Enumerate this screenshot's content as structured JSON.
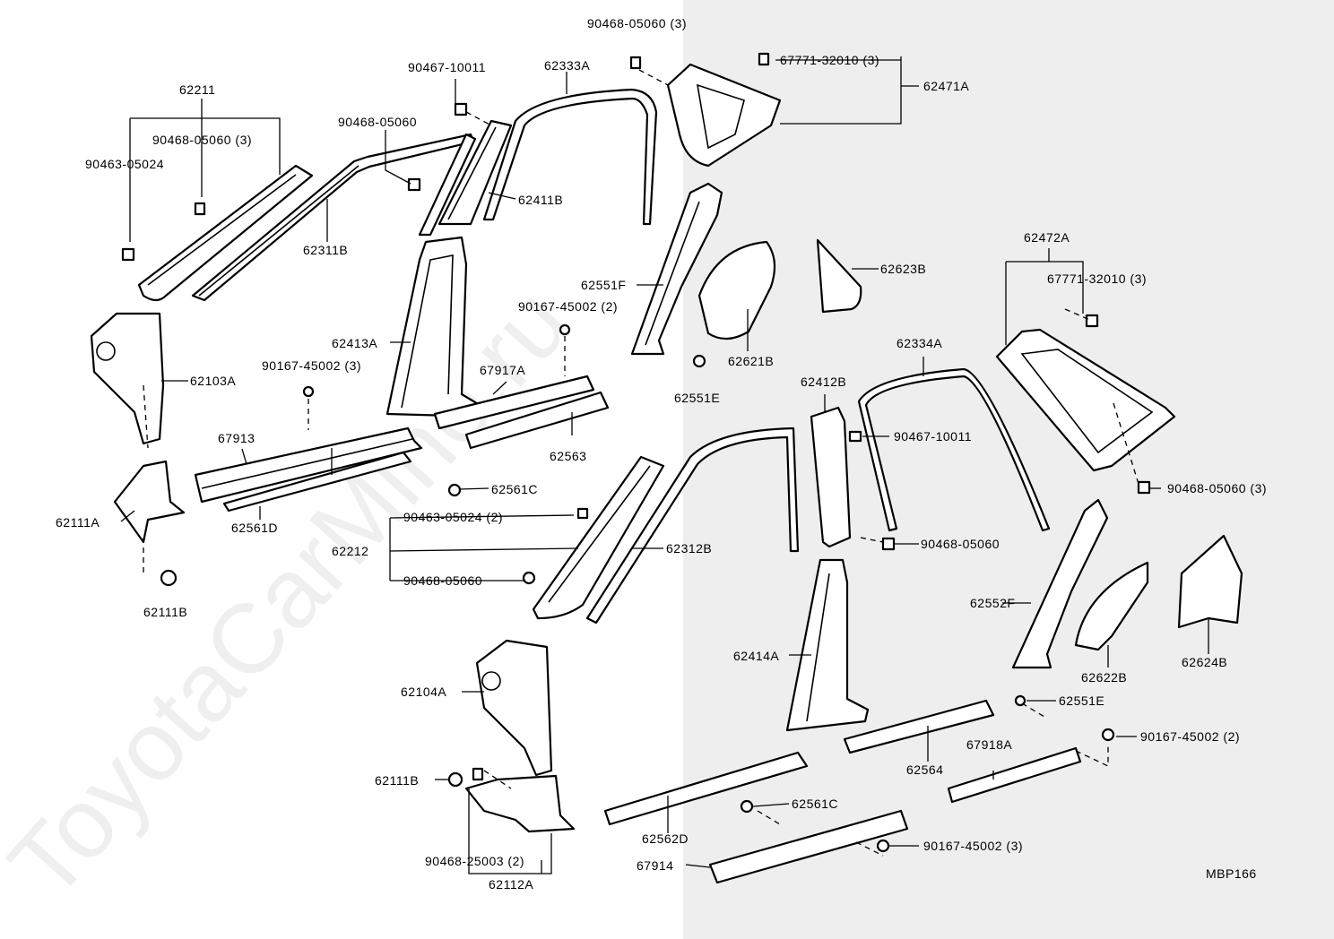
{
  "diagram": {
    "watermark": "ToyotaCarMine.ru",
    "figure_code": "MBP166",
    "colors": {
      "line": "#000000",
      "right_background": "#eeeeee",
      "left_background": "#ffffff"
    },
    "labels": [
      {
        "id": "l1",
        "text": "90468-05060 (3)"
      },
      {
        "id": "l2",
        "text": "67771-32010 (3)"
      },
      {
        "id": "l3",
        "text": "62471A"
      },
      {
        "id": "l4",
        "text": "90467-10011"
      },
      {
        "id": "l5",
        "text": "62333A"
      },
      {
        "id": "l6",
        "text": "62211"
      },
      {
        "id": "l7",
        "text": "90468-05060 (3)"
      },
      {
        "id": "l8",
        "text": "90463-05024"
      },
      {
        "id": "l9",
        "text": "90468-05060"
      },
      {
        "id": "l10",
        "text": "62411B"
      },
      {
        "id": "l11",
        "text": "62311B"
      },
      {
        "id": "l12",
        "text": "62623B"
      },
      {
        "id": "l13",
        "text": "62551F"
      },
      {
        "id": "l14",
        "text": "90167-45002 (2)"
      },
      {
        "id": "l15",
        "text": "62621B"
      },
      {
        "id": "l16",
        "text": "62472A"
      },
      {
        "id": "l17",
        "text": "67771-32010 (3)"
      },
      {
        "id": "l18",
        "text": "62413A"
      },
      {
        "id": "l19",
        "text": "90167-45002 (3)"
      },
      {
        "id": "l20",
        "text": "67917A"
      },
      {
        "id": "l21",
        "text": "62103A"
      },
      {
        "id": "l22",
        "text": "62551E"
      },
      {
        "id": "l23",
        "text": "62334A"
      },
      {
        "id": "l24",
        "text": "62412B"
      },
      {
        "id": "l25",
        "text": "67913"
      },
      {
        "id": "l26",
        "text": "62563"
      },
      {
        "id": "l27",
        "text": "90467-10011"
      },
      {
        "id": "l28",
        "text": "62561C"
      },
      {
        "id": "l29",
        "text": "90468-05060 (3)"
      },
      {
        "id": "l30",
        "text": "62111A"
      },
      {
        "id": "l31",
        "text": "62561D"
      },
      {
        "id": "l32",
        "text": "90463-05024 (2)"
      },
      {
        "id": "l33",
        "text": "62212"
      },
      {
        "id": "l34",
        "text": "62312B"
      },
      {
        "id": "l35",
        "text": "90468-05060"
      },
      {
        "id": "l36",
        "text": "90468-05060"
      },
      {
        "id": "l37",
        "text": "62111B"
      },
      {
        "id": "l38",
        "text": "62552F"
      },
      {
        "id": "l39",
        "text": "62414A"
      },
      {
        "id": "l40",
        "text": "62622B"
      },
      {
        "id": "l41",
        "text": "62624B"
      },
      {
        "id": "l42",
        "text": "62104A"
      },
      {
        "id": "l43",
        "text": "62551E"
      },
      {
        "id": "l44",
        "text": "90167-45002 (2)"
      },
      {
        "id": "l45",
        "text": "67918A"
      },
      {
        "id": "l46",
        "text": "62564"
      },
      {
        "id": "l47",
        "text": "62111B"
      },
      {
        "id": "l48",
        "text": "62561C"
      },
      {
        "id": "l49",
        "text": "62562D"
      },
      {
        "id": "l50",
        "text": "90468-25003 (2)"
      },
      {
        "id": "l51",
        "text": "90167-45002 (3)"
      },
      {
        "id": "l52",
        "text": "67914"
      },
      {
        "id": "l53",
        "text": "62112A"
      }
    ]
  }
}
